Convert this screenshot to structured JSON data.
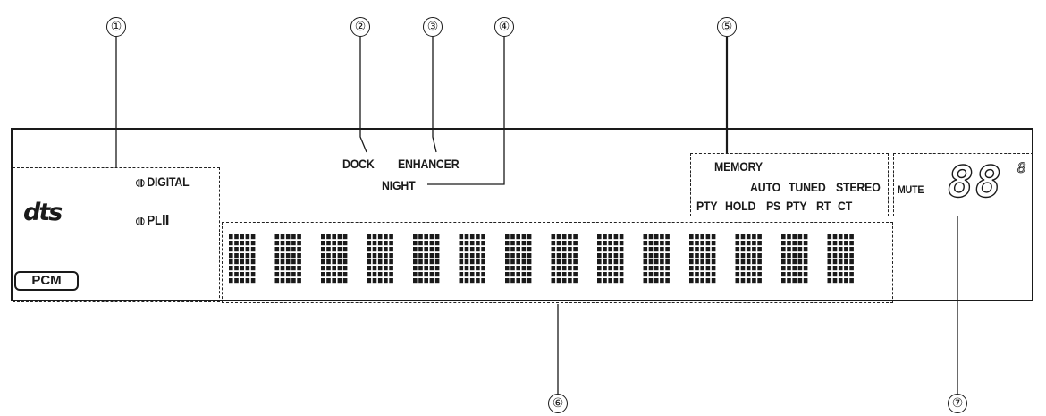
{
  "callouts": {
    "c1": "①",
    "c2": "②",
    "c3": "③",
    "c4": "④",
    "c5": "⑤",
    "c6": "⑥",
    "c7": "⑦"
  },
  "left_zone": {
    "dts_logo": "dts",
    "dolby_digital": "DIGITAL",
    "dolby_pl": "PLⅡ",
    "pcm": "PCM"
  },
  "center": {
    "dock": "DOCK",
    "enhancer": "ENHANCER",
    "night": "NIGHT"
  },
  "tuner_zone": {
    "memory": "MEMORY",
    "auto": "AUTO",
    "tuned": "TUNED",
    "stereo": "STEREO",
    "pty": "PTY",
    "hold": "HOLD",
    "ps": "PS",
    "pty2": "PTY",
    "rt": "RT",
    "ct": "CT"
  },
  "volume_zone": {
    "mute": "MUTE",
    "digits": "88",
    "small_digit": "8"
  },
  "matrix": {
    "character_count": 14,
    "columns_per_char": 5,
    "rows_per_char": 8
  }
}
